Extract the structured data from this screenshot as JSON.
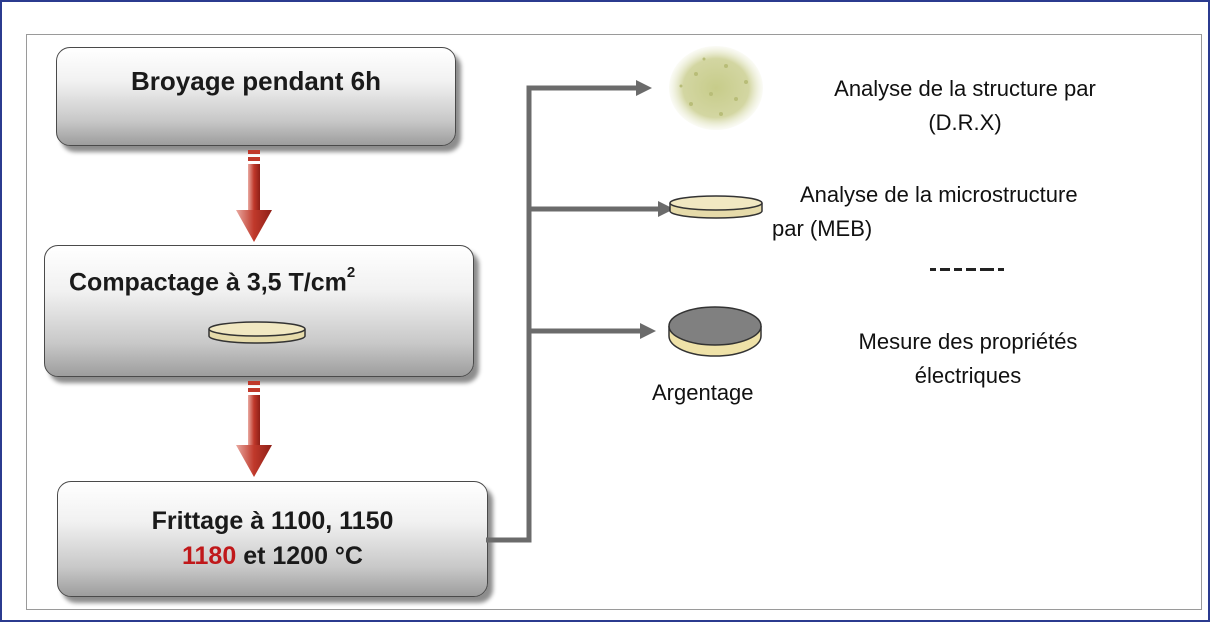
{
  "steps": {
    "broyage": {
      "label": "Broyage pendant 6h"
    },
    "compactage": {
      "label": "Compactage à 3,5 T/cm",
      "exponent": "2"
    },
    "frittage": {
      "line1": "Frittage à 1100, 1150",
      "highlight": "1180",
      "line2_rest": " et 1200 °C"
    }
  },
  "outputs": {
    "drx": {
      "line1": "Analyse de la structure par",
      "line2": "(D.R.X)"
    },
    "meb": {
      "line1": "Analyse de la microstructure",
      "line2": "par (MEB)"
    },
    "electric": {
      "line1": "Mesure des propriétés",
      "line2": "électriques"
    },
    "argentage": "Argentage"
  },
  "colors": {
    "frame_border": "#2b3b8f",
    "arrow_red": "#c0392b",
    "connector_gray": "#6b6b6b",
    "highlight_red": "#c0181a",
    "disc_fill": "#f1e8c2",
    "silver_fill": "#808080",
    "powder": "#cfd29a"
  },
  "icons": [
    "powder-icon",
    "pellet-icon",
    "silvered-pellet-icon",
    "down-arrow-icon",
    "right-arrow-icon"
  ]
}
